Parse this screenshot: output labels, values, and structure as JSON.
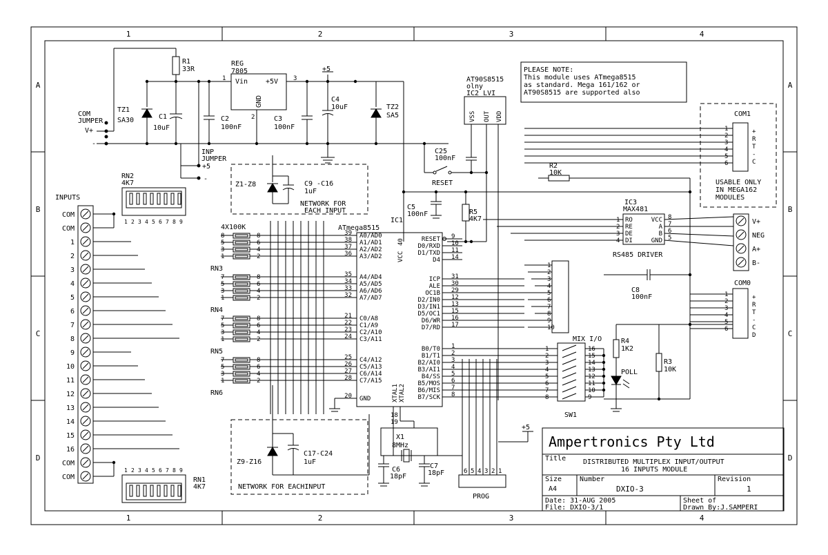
{
  "frame": {
    "columns": [
      "1",
      "2",
      "3",
      "4"
    ],
    "rows": [
      "A",
      "B",
      "C",
      "D"
    ]
  },
  "power": {
    "com_jumper": [
      "COM",
      "JUMPER"
    ],
    "vplus": "V+",
    "minus": "-",
    "r1_ref": "R1",
    "r1_val": "33R",
    "reg_ref": "REG",
    "reg_val": "7805",
    "reg_vin": "Vin",
    "reg_5v": "+5V",
    "reg_gnd": "GND",
    "pin1": "1",
    "pin2": "2",
    "pin3": "3",
    "tz1_ref": "TZ1",
    "tz1_val": "SA30",
    "c1_ref": "C1",
    "c1_val": "10uF",
    "c2_ref": "C2",
    "c2_val": "100nF",
    "c3_ref": "C3",
    "c3_val": "100nF",
    "c4_ref": "C4",
    "c4_val": "10uF",
    "tz2_ref": "TZ2",
    "tz2_val": "SA5",
    "plus5": "+5",
    "inp_jumper": [
      "INP",
      "JUMPER"
    ],
    "inp_plus5": "+5",
    "inp_minus": "-"
  },
  "note": {
    "lines": [
      "PLEASE NOTE:",
      "This module uses ATmega8515",
      "as standard. Mega 161/162 or",
      "AT90S8515 are supported also"
    ]
  },
  "ic2": {
    "title1": "AT90S8515",
    "title2": "olny",
    "ref": "IC2 LVI",
    "pins": [
      "VSS",
      "OUT",
      "VDD"
    ]
  },
  "reset": {
    "c25_ref": "C25",
    "c25_val": "100nF",
    "label": "RESET",
    "c5_ref": "C5",
    "c5_val": "100nF",
    "r5_ref": "R5",
    "r5_val": "4K7"
  },
  "networks": {
    "top_refs": "Z1-Z8",
    "top_caps": [
      "C9 -C16",
      "1uF"
    ],
    "top_text": [
      "NETWORK FOR",
      "EACH INPUT"
    ],
    "bottom_refs": "Z9-Z16",
    "bottom_caps": [
      "C17-C24",
      "1uF"
    ],
    "bottom_text": "NETWORK FOR EACHINPUT"
  },
  "rn2": {
    "ref": "RN2",
    "val": "4K7"
  },
  "rn1": {
    "ref": "RN1",
    "val": "4K7"
  },
  "rn_array": {
    "label": "4X100K",
    "names": [
      "RN3",
      "RN4",
      "RN5",
      "RN6"
    ]
  },
  "inputs": {
    "title": "INPUTS",
    "labels": [
      "COM",
      "COM",
      "1",
      "2",
      "3",
      "4",
      "5",
      "6",
      "7",
      "8",
      "9",
      "10",
      "11",
      "12",
      "13",
      "14",
      "15",
      "16",
      "COM",
      "COM"
    ]
  },
  "ic1": {
    "ref": "IC1",
    "part": "ATmega8515",
    "vcc": "VCC",
    "pin40": "40",
    "left_pins": [
      {
        "num": "39",
        "name": "A0/AD0"
      },
      {
        "num": "38",
        "name": "A1/AD1"
      },
      {
        "num": "37",
        "name": "A2/AD2"
      },
      {
        "num": "36",
        "name": "A3/AD2"
      },
      {
        "num": "35",
        "name": "A4/AD4"
      },
      {
        "num": "34",
        "name": "A5/AD5"
      },
      {
        "num": "33",
        "name": "A6/AD6"
      },
      {
        "num": "32",
        "name": "A7/AD7"
      },
      {
        "num": "21",
        "name": "C0/A8"
      },
      {
        "num": "22",
        "name": "C1/A9"
      },
      {
        "num": "23",
        "name": "C2/A10"
      },
      {
        "num": "24",
        "name": "C3/A11"
      },
      {
        "num": "25",
        "name": "C4/A12"
      },
      {
        "num": "26",
        "name": "C5/A13"
      },
      {
        "num": "27",
        "name": "C6/A14"
      },
      {
        "num": "28",
        "name": "C7/A15"
      },
      {
        "num": "20",
        "name": "GND"
      }
    ],
    "right_pins": [
      {
        "num": "9",
        "name": "RESET"
      },
      {
        "num": "10",
        "name": "D0/RXD"
      },
      {
        "num": "11",
        "name": "D1/TXD"
      },
      {
        "num": "14",
        "name": "D4"
      },
      {
        "num": "31",
        "name": "ICP"
      },
      {
        "num": "30",
        "name": "ALE"
      },
      {
        "num": "29",
        "name": "OC1B"
      },
      {
        "num": "12",
        "name": "D2/IN0"
      },
      {
        "num": "13",
        "name": "D3/IN1"
      },
      {
        "num": "15",
        "name": "D5/OC1"
      },
      {
        "num": "16",
        "name": "D6/WR"
      },
      {
        "num": "17",
        "name": "D7/RD"
      },
      {
        "num": "1",
        "name": "B0/T0"
      },
      {
        "num": "2",
        "name": "B1/T1"
      },
      {
        "num": "3",
        "name": "B2/AI0"
      },
      {
        "num": "4",
        "name": "B3/AI1"
      },
      {
        "num": "5",
        "name": "B4/SS"
      },
      {
        "num": "6",
        "name": "B5/MOS"
      },
      {
        "num": "7",
        "name": "B6/MIS"
      },
      {
        "num": "8",
        "name": "B7/SCK"
      }
    ],
    "xtal1": "XTAL1",
    "xtal2": "XTAL2",
    "pin18": "18",
    "pin19": "19"
  },
  "crystal": {
    "x1_ref": "X1",
    "x1_val": "8MHz",
    "c6_ref": "C6",
    "c6_val": "18pF",
    "c7_ref": "C7",
    "c7_val": "18pF"
  },
  "prog": {
    "label": "PROG",
    "pins": [
      "6",
      "5",
      "4",
      "3",
      "2",
      "1"
    ],
    "plus5": "+5"
  },
  "mix": {
    "label": "MIX I/O",
    "sw_ref": "SW1",
    "left": [
      "1",
      "2",
      "3",
      "4",
      "5",
      "6",
      "7",
      "8"
    ],
    "right": [
      "16",
      "15",
      "14",
      "13",
      "12",
      "11",
      "10",
      "9"
    ]
  },
  "hdr10": {
    "pins": [
      "1",
      "2",
      "3",
      "4",
      "5",
      "6",
      "7",
      "8",
      "9",
      "10"
    ]
  },
  "ic3": {
    "ref": "IC3",
    "part": "MAX481",
    "desc": "RS485 DRIVER",
    "left": [
      {
        "num": "1",
        "name": "RO"
      },
      {
        "num": "2",
        "name": "RE"
      },
      {
        "num": "3",
        "name": "DE"
      },
      {
        "num": "4",
        "name": "DI"
      }
    ],
    "right": [
      {
        "num": "8",
        "name": "VCC"
      },
      {
        "num": "7",
        "name": "A"
      },
      {
        "num": "6",
        "name": "B"
      },
      {
        "num": "5",
        "name": "GND"
      }
    ]
  },
  "r2": {
    "ref": "R2",
    "val": "10K"
  },
  "r3": {
    "ref": "R3",
    "val": "10K"
  },
  "r4": {
    "ref": "R4",
    "val": "1K2"
  },
  "poll": "POLL",
  "c8": {
    "ref": "C8",
    "val": "100nF"
  },
  "rs485_terms": [
    "V+",
    "NEG",
    "A+",
    "B-"
  ],
  "com1": {
    "ref": "COM1",
    "pins": [
      "1",
      "2",
      "3",
      "4",
      "5",
      "6"
    ],
    "sig": [
      "+",
      "R",
      "T",
      "-",
      "C"
    ],
    "note": [
      "USABLE ONLY",
      "IN MEGA162",
      "MODULES"
    ]
  },
  "com0": {
    "ref": "COM0",
    "pins": [
      "1",
      "2",
      "3",
      "4",
      "5",
      "6"
    ],
    "sig": [
      "+",
      "R",
      "T",
      "-",
      "C",
      "D"
    ]
  },
  "title_block": {
    "company": "Ampertronics Pty Ltd",
    "title_label": "Title",
    "title1": "DISTRIBUTED MULTIPLEX INPUT/OUTPUT",
    "title2": "16 INPUTS MODULE",
    "size_label": "Size",
    "size": "A4",
    "number_label": "Number",
    "number": "DXIO-3",
    "revision_label": "Revision",
    "revision": "1",
    "date": "Date: 31-AUG  2005",
    "file": "File: DXIO-3/1",
    "sheet": "Sheet      of",
    "drawn": "Drawn By:J.SAMPERI"
  }
}
